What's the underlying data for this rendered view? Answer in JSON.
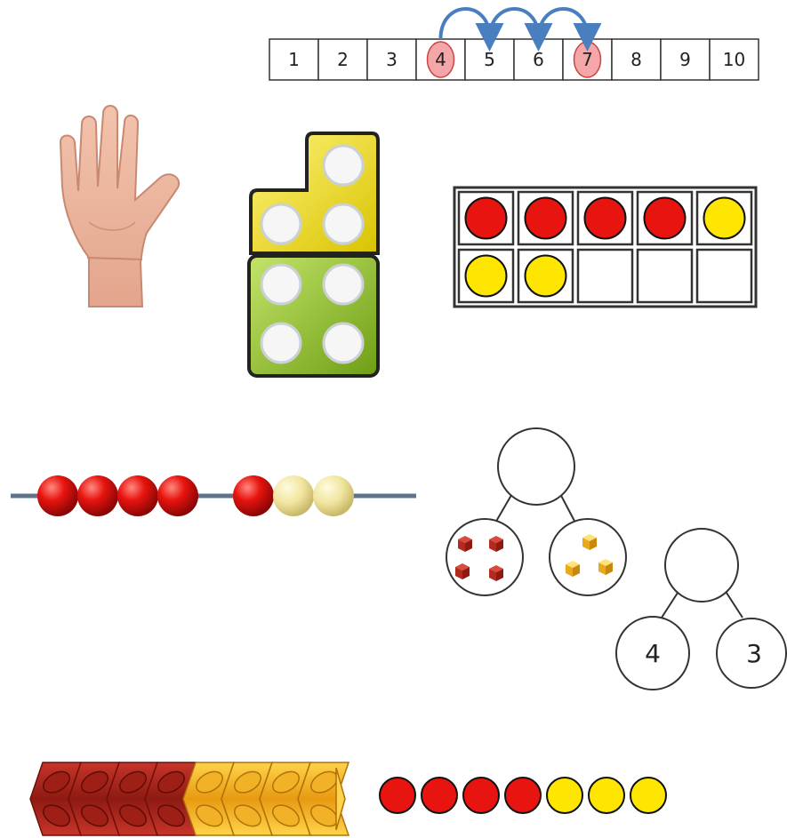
{
  "number_line": {
    "cells": [
      "1",
      "2",
      "3",
      "4",
      "5",
      "6",
      "7",
      "8",
      "9",
      "10"
    ],
    "start_highlight": "4",
    "end_highlight": "7",
    "jump_count": 3,
    "highlight_color": "#f4a6a8",
    "arrow_color": "#4a7fbf"
  },
  "ten_frame": {
    "cells": [
      "red",
      "red",
      "red",
      "red",
      "yellow",
      "yellow",
      "yellow",
      "empty",
      "empty",
      "empty"
    ]
  },
  "bead_string": {
    "beads": [
      "red",
      "red",
      "red",
      "red",
      "red",
      "cream",
      "cream"
    ]
  },
  "part_whole_blocks": {
    "whole": "",
    "part_a_cubes": 4,
    "part_b_cubes": 3
  },
  "part_whole_numbers": {
    "whole": "",
    "part_a": "4",
    "part_b": "3"
  },
  "cube_train": {
    "red_count": 4,
    "yellow_count": 4
  },
  "counters": {
    "dots": [
      "red",
      "red",
      "red",
      "red",
      "yellow",
      "yellow",
      "yellow"
    ]
  },
  "colors": {
    "red": "#e8140f",
    "yellow": "#ffe600",
    "cream": "#f3e9a8",
    "numicon_yellow": "#f3e21c",
    "numicon_green": "#9bcb2e"
  }
}
